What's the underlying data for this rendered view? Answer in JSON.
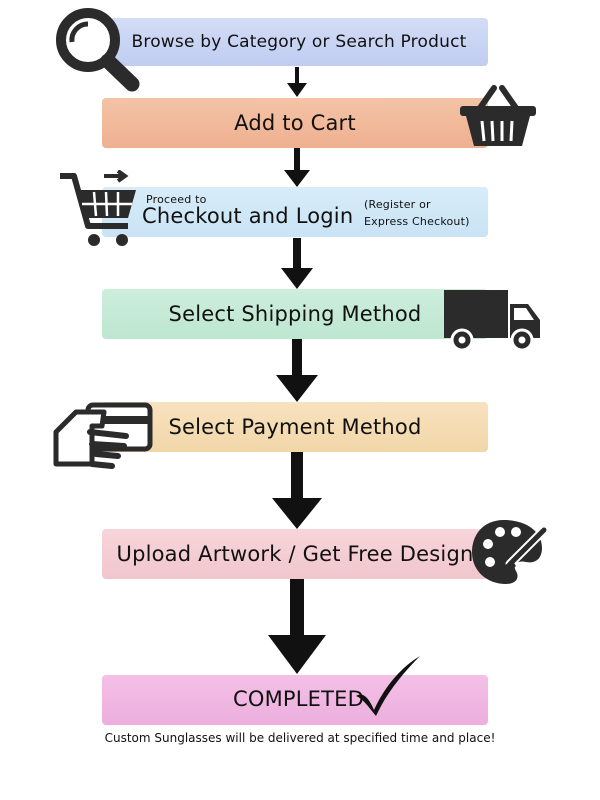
{
  "steps": {
    "browse": "Browse by Category or Search Product",
    "cart": "Add to Cart",
    "checkout_small": "Proceed to",
    "checkout_main": "Checkout and Login",
    "checkout_note_line1": "(Register or",
    "checkout_note_line2": "Express Checkout)",
    "shipping": "Select Shipping Method",
    "payment": "Select Payment Method",
    "upload": "Upload Artwork / Get Free Design",
    "completed": "COMPLETED"
  },
  "footer_note": "Custom Sunglasses will be delivered at specified time and place!",
  "icons": [
    "magnifier-icon",
    "basket-icon",
    "shopping-cart-icon",
    "truck-icon",
    "credit-card-icon",
    "paint-palette-icon",
    "checkmark-icon"
  ],
  "colors": {
    "browse": "#c8d3f3",
    "cart": "#f1b99b",
    "checkout": "#cfe7f6",
    "shipping": "#c5eadb",
    "payment": "#f4dbb3",
    "upload": "#f4cdd3",
    "completed": "#f0b6e2",
    "icon": "#2b2b2b"
  }
}
